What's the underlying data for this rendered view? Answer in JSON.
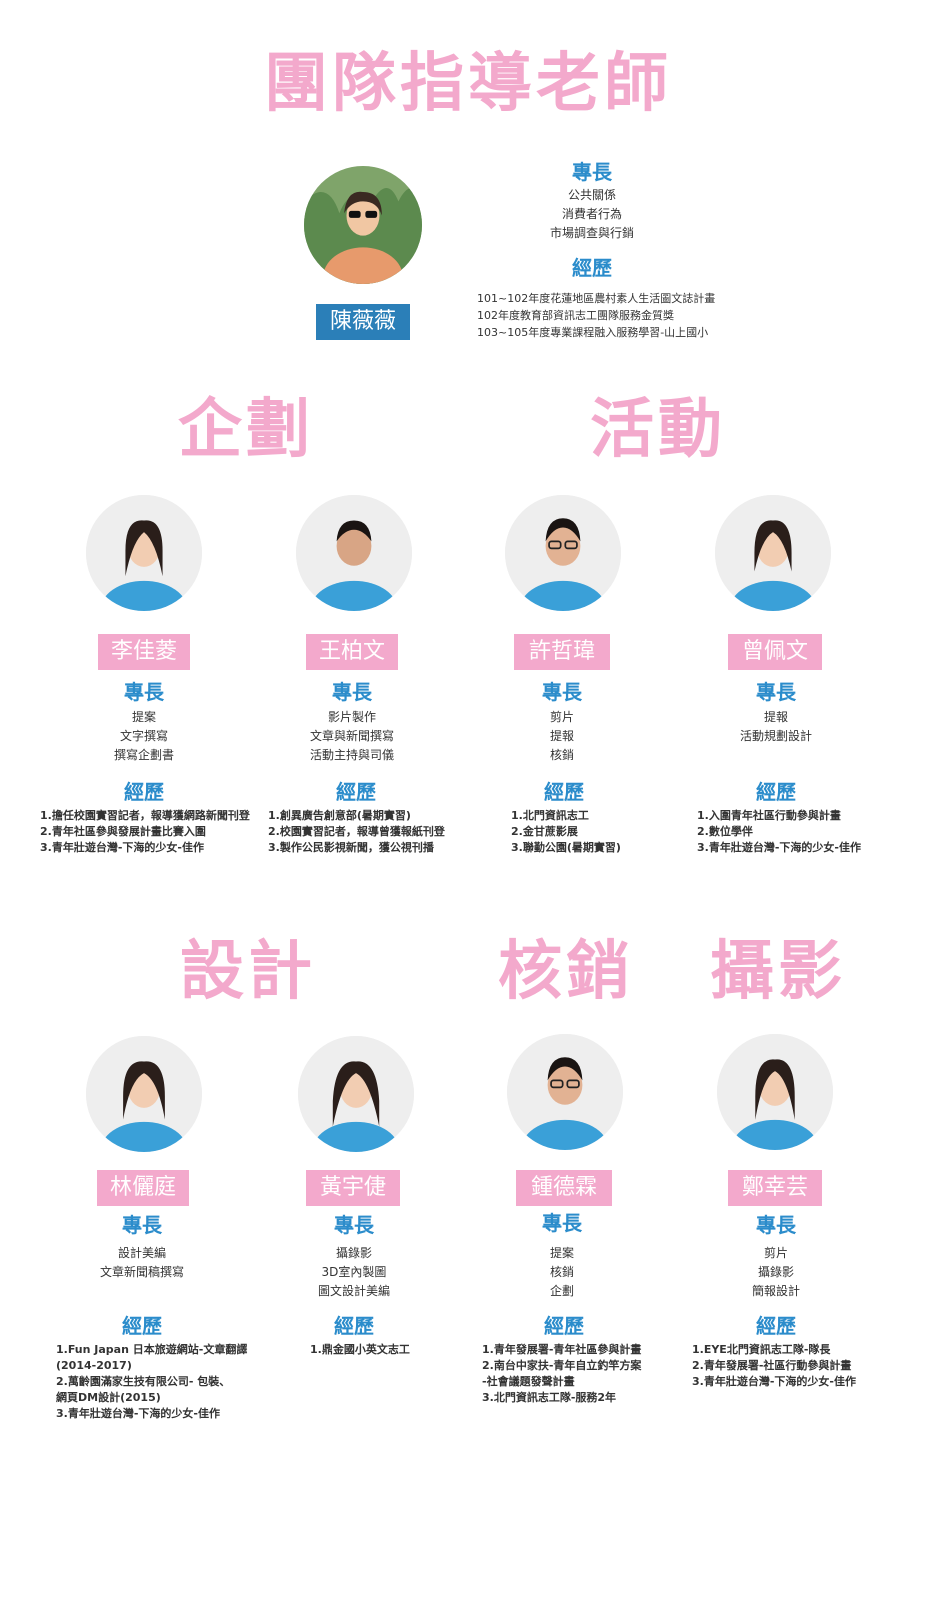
{
  "title": "團隊指導老師",
  "labels": {
    "expertise": "專長",
    "experience": "經歷"
  },
  "teacher": {
    "name": "陳薇薇",
    "expertise": [
      "公共關係",
      "消費者行為",
      "市場調查與行銷"
    ],
    "experience": [
      "101~102年度花蓮地區農村素人生活圖文誌計畫",
      "102年度教育部資訊志工團隊服務金質獎",
      "103~105年度專業課程融入服務學習-山上國小"
    ]
  },
  "sections": {
    "planning": "企劃",
    "activity": "活動",
    "design": "設計",
    "accounting": "核銷",
    "photography": "攝影"
  },
  "members": [
    {
      "name": "李佳菱",
      "expertise": [
        "提案",
        "文字撰寫",
        "撰寫企劃書"
      ],
      "experience": [
        "1.擔任校園實習記者，報導獲網路新聞刊登",
        "2.青年社區參與發展計畫比賽入圍",
        "3.青年壯遊台灣-下海的少女-佳作"
      ]
    },
    {
      "name": "王柏文",
      "expertise": [
        "影片製作",
        "文章與新聞撰寫",
        "活動主持與司儀"
      ],
      "experience": [
        "1.創異廣告創意部(暑期實習)",
        "2.校園實習記者，報導曾獲報紙刊登",
        "3.製作公民影視新聞，獲公視刊播"
      ]
    },
    {
      "name": "許哲瑋",
      "expertise": [
        "剪片",
        "提報",
        "核銷"
      ],
      "experience": [
        "1.北門資訊志工",
        "2.金甘蔗影展",
        "3.聯勤公園(暑期實習)"
      ]
    },
    {
      "name": "曾佩文",
      "expertise": [
        "提報",
        "活動規劃設計"
      ],
      "experience": [
        "1.入圍青年社區行動參與計畫",
        "2.數位學伴",
        "3.青年壯遊台灣-下海的少女-佳作"
      ]
    },
    {
      "name": "林儷庭",
      "expertise": [
        "設計美編",
        "文章新聞稿撰寫"
      ],
      "experience": [
        "1.Fun Japan 日本旅遊網站-文章翻譯",
        "  (2014-2017)",
        "2.萬齡園滿家生技有限公司- 包裝、",
        "  網頁DM設計(2015)",
        "3.青年壯遊台灣-下海的少女-佳作"
      ]
    },
    {
      "name": "黃宇倢",
      "expertise": [
        "攝錄影",
        "3D室內製圖",
        "圖文設計美編"
      ],
      "experience": [
        "1.鼎金國小英文志工"
      ]
    },
    {
      "name": "鍾德霖",
      "expertise": [
        "提案",
        "核銷",
        "企劃"
      ],
      "experience": [
        "1.青年發展署-青年社區參與計畫",
        "2.南台中家扶-青年自立釣竿方案",
        "  -社會議題發聲計畫",
        "3.北門資訊志工隊-服務2年"
      ]
    },
    {
      "name": "鄭幸芸",
      "expertise": [
        "剪片",
        "攝錄影",
        "簡報設計"
      ],
      "experience": [
        "1.EYE北門資訊志工隊-隊長",
        "2.青年發展署-社區行動參與計畫",
        "3.青年壯遊台灣-下海的少女-佳作"
      ]
    }
  ]
}
